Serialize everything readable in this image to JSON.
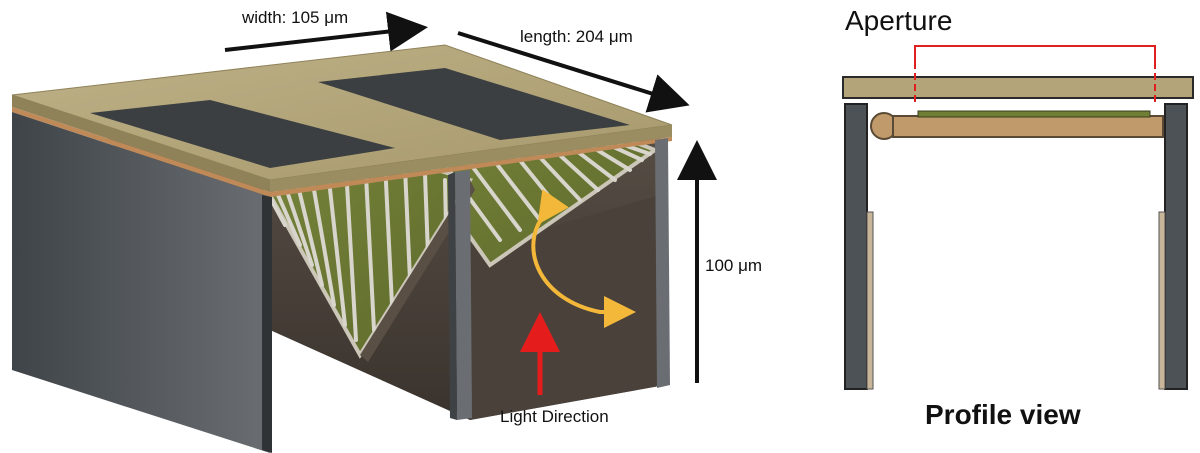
{
  "labels": {
    "width": "width: 105 μm",
    "length": "length: 204 μm",
    "height": "100 μm",
    "light_direction": "Light Direction",
    "aperture": "Aperture",
    "profile_view": "Profile view"
  },
  "colors": {
    "frame_top": "#b3a47a",
    "frame_edge": "#8f8259",
    "copper_edge": "#c08a58",
    "wall_dark": "#4c5256",
    "wall_face": "#6b6f73",
    "panel_green": "#707d35",
    "panel_slat": "#d8d5cc",
    "arrow_yellow": "#f3b83a",
    "arrow_red": "#e51c1c",
    "aperture_red": "#e02020",
    "bronze": "#c19a6b",
    "black": "#111111"
  }
}
